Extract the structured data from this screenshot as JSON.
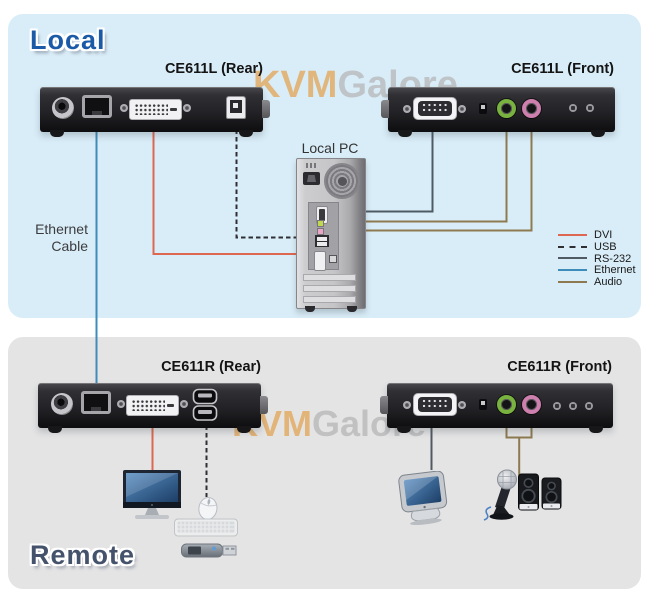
{
  "header": {
    "local_label": "Local",
    "remote_label": "Remote"
  },
  "watermark": {
    "part1": "KVM",
    "part2": "Galore"
  },
  "devices": {
    "l_rear": {
      "title": "CE611L (Rear)"
    },
    "l_front": {
      "title": "CE611L (Front)"
    },
    "r_rear": {
      "title": "CE611R (Rear)"
    },
    "r_front": {
      "title": "CE611R (Front)"
    }
  },
  "pc": {
    "label": "Local PC"
  },
  "cable_label": {
    "line1": "Ethernet",
    "line2": "Cable"
  },
  "legend": {
    "items": [
      {
        "label": "DVI",
        "color": "#dd6750",
        "style": "solid"
      },
      {
        "label": "USB",
        "color": "#2f2f33",
        "style": "dashed"
      },
      {
        "label": "RS-232",
        "color": "#4f5a63",
        "style": "solid"
      },
      {
        "label": "Ethernet",
        "color": "#3e8cba",
        "style": "solid"
      },
      {
        "label": "Audio",
        "color": "#8d7a50",
        "style": "solid"
      }
    ]
  },
  "colors": {
    "dvi": "#dd6750",
    "usb": "#2f2f33",
    "rs232": "#4f5a63",
    "ethernet": "#3e8cba",
    "audio": "#8d7a50",
    "audio_jack_green": "#79b23f",
    "audio_jack_pink": "#cd7fae",
    "local_label": "#1b5aa6",
    "remote_label": "#44536b",
    "watermark_kvm": "#e2a95e",
    "watermark_galore": "#b3b3b3"
  }
}
